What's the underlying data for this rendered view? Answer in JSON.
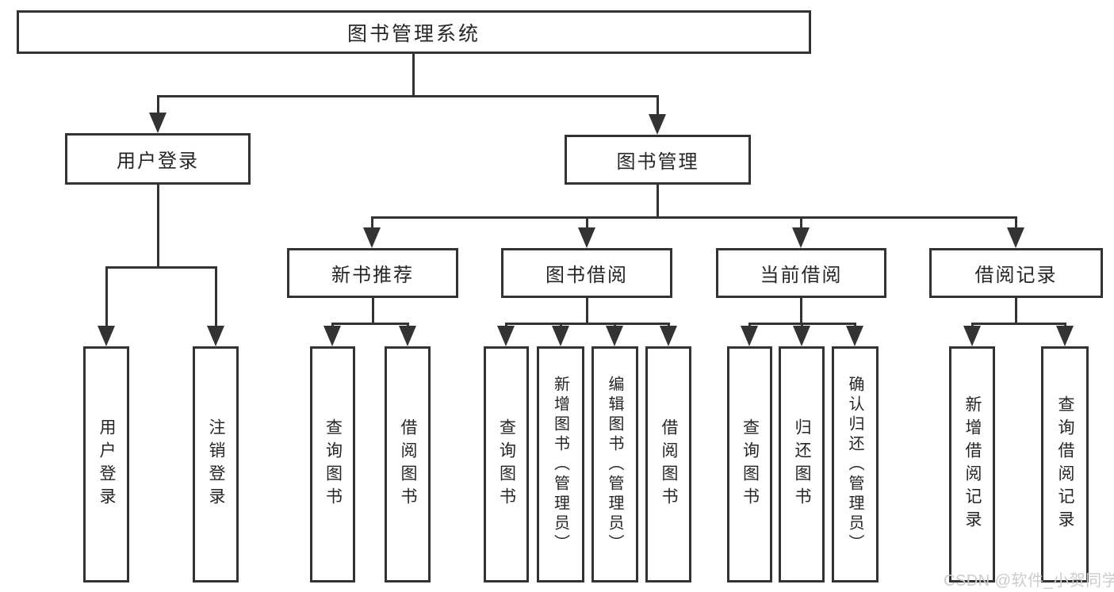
{
  "diagram": {
    "root": {
      "label": "图书管理系统"
    },
    "branches": [
      {
        "label": "用户登录",
        "children": [
          {
            "label": "用户登录"
          },
          {
            "label": "注销登录"
          }
        ]
      },
      {
        "label": "图书管理",
        "children": [
          {
            "label": "新书推荐",
            "children": [
              {
                "label": "查询图书"
              },
              {
                "label": "借阅图书"
              }
            ]
          },
          {
            "label": "图书借阅",
            "children": [
              {
                "label": "查询图书"
              },
              {
                "label": "新增图书（管理员）"
              },
              {
                "label": "编辑图书（管理员）"
              },
              {
                "label": "借阅图书"
              }
            ]
          },
          {
            "label": "当前借阅",
            "children": [
              {
                "label": "查询图书"
              },
              {
                "label": "归还图书"
              },
              {
                "label": "确认归还（管理员）"
              }
            ]
          },
          {
            "label": "借阅记录",
            "children": [
              {
                "label": "新增借阅记录"
              },
              {
                "label": "查询借阅记录"
              }
            ]
          }
        ]
      }
    ]
  },
  "watermark": {
    "text": "CSDN @软件_小贺同学"
  },
  "colors": {
    "line": "#333333",
    "node_border": "#333333",
    "node_text": "#262626",
    "background": "#ffffff",
    "watermark_text": "#cccccc"
  }
}
